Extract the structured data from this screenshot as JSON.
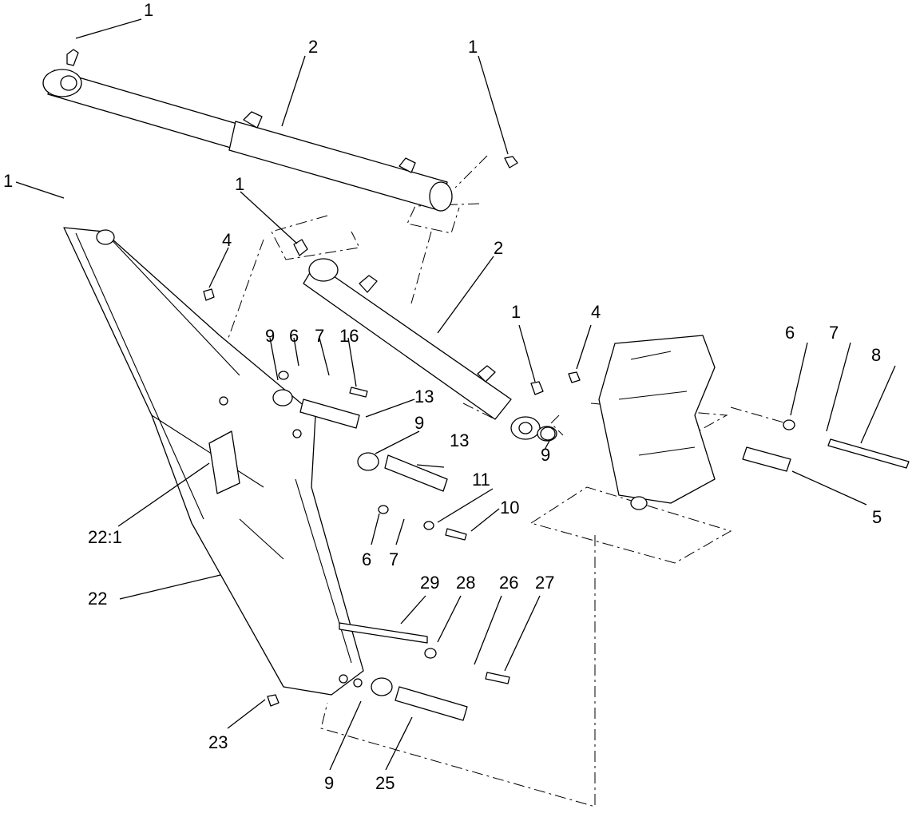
{
  "callouts": [
    {
      "label": "1"
    },
    {
      "label": "2"
    },
    {
      "label": "1"
    },
    {
      "label": "1"
    },
    {
      "label": "1"
    },
    {
      "label": "4"
    },
    {
      "label": "2"
    },
    {
      "label": "1"
    },
    {
      "label": "4"
    },
    {
      "label": "9"
    },
    {
      "label": "6"
    },
    {
      "label": "7"
    },
    {
      "label": "16"
    },
    {
      "label": "13"
    },
    {
      "label": "9"
    },
    {
      "label": "13"
    },
    {
      "label": "9"
    },
    {
      "label": "6"
    },
    {
      "label": "7"
    },
    {
      "label": "8"
    },
    {
      "label": "11"
    },
    {
      "label": "10"
    },
    {
      "label": "6"
    },
    {
      "label": "7"
    },
    {
      "label": "5"
    },
    {
      "label": "22:1"
    },
    {
      "label": "22"
    },
    {
      "label": "29"
    },
    {
      "label": "28"
    },
    {
      "label": "26"
    },
    {
      "label": "27"
    },
    {
      "label": "23"
    },
    {
      "label": "9"
    },
    {
      "label": "25"
    }
  ]
}
